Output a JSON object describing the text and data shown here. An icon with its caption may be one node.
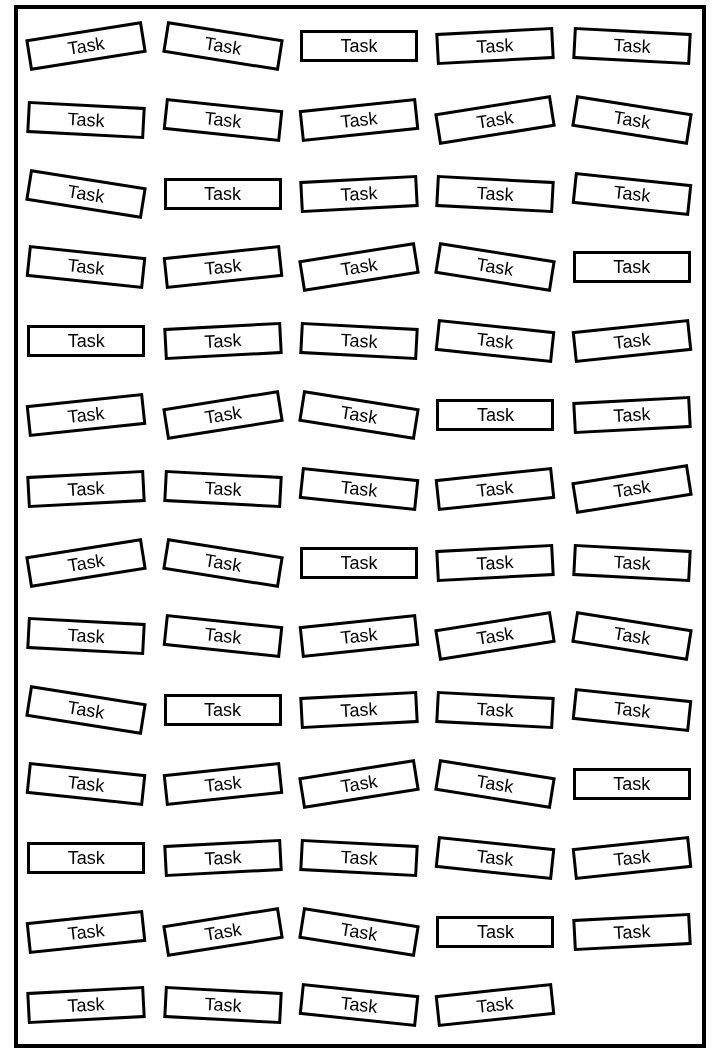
{
  "diagram": {
    "nodes": [
      {
        "text": [
          "Task"
        ]
      },
      {
        "text": [
          "Task"
        ]
      },
      {
        "text": [
          "Task"
        ]
      },
      {
        "text": [
          "Task"
        ]
      },
      {
        "text": [
          "Task"
        ]
      },
      {
        "text": [
          "Task"
        ]
      },
      {
        "text": [
          "Task"
        ]
      },
      {
        "text": [
          "Task"
        ]
      },
      {
        "text": [
          "Task"
        ]
      },
      {
        "text": [
          "Task"
        ]
      },
      {
        "text": [
          "Task"
        ]
      },
      {
        "text": [
          "Task"
        ]
      },
      {
        "text": [
          "Task"
        ]
      },
      {
        "text": [
          "Task"
        ]
      },
      {
        "text": [
          "Task"
        ]
      },
      {
        "text": [
          "Task"
        ]
      },
      {
        "text": [
          "Task"
        ]
      },
      {
        "text": [
          "Task"
        ]
      },
      {
        "text": [
          "Task"
        ]
      },
      {
        "text": [
          "Task"
        ]
      },
      {
        "text": [
          "Task"
        ]
      },
      {
        "text": [
          "Task"
        ]
      },
      {
        "text": [
          "Task"
        ]
      },
      {
        "text": [
          "Task"
        ]
      },
      {
        "text": [
          "Task"
        ]
      },
      {
        "text": [
          "Task"
        ]
      },
      {
        "text": [
          "Task"
        ]
      },
      {
        "text": [
          "Task"
        ]
      },
      {
        "text": [
          "Task"
        ]
      },
      {
        "text": [
          "Task"
        ]
      },
      {
        "text": [
          "Task"
        ]
      },
      {
        "text": [
          "Task"
        ]
      },
      {
        "text": [
          "Task"
        ]
      },
      {
        "text": [
          "Task"
        ]
      },
      {
        "text": [
          "Task"
        ]
      },
      {
        "text": [
          "Task"
        ]
      },
      {
        "text": [
          "Task"
        ]
      },
      {
        "text": [
          "Task"
        ]
      },
      {
        "text": [
          "Task"
        ]
      },
      {
        "text": [
          "Task"
        ]
      },
      {
        "text": [
          "Task"
        ]
      },
      {
        "text": [
          "Task"
        ]
      },
      {
        "text": [
          "Task"
        ]
      },
      {
        "text": [
          "Task"
        ]
      },
      {
        "text": [
          "Task"
        ]
      },
      {
        "text": [
          "Task"
        ]
      },
      {
        "text": [
          "Task"
        ]
      },
      {
        "text": [
          "Task"
        ]
      },
      {
        "text": [
          "Task"
        ]
      },
      {
        "text": [
          "Task"
        ]
      },
      {
        "text": [
          "Task"
        ]
      },
      {
        "text": [
          "Task"
        ]
      },
      {
        "text": [
          "Task"
        ]
      },
      {
        "text": [
          "Task"
        ]
      },
      {
        "text": [
          "Task"
        ]
      },
      {
        "text": [
          "Task"
        ]
      },
      {
        "text": [
          "Task"
        ]
      },
      {
        "text": [
          "Task"
        ]
      },
      {
        "text": [
          "Task"
        ]
      },
      {
        "text": [
          "Task"
        ]
      },
      {
        "text": [
          "Task"
        ]
      },
      {
        "text": [
          "Task"
        ]
      },
      {
        "text": [
          "Task"
        ]
      },
      {
        "text": [
          "Task"
        ]
      },
      {
        "text": [
          "Task"
        ]
      },
      {
        "text": [
          "Task"
        ]
      },
      {
        "text": [
          "Task"
        ]
      },
      {
        "text": [
          "Task"
        ]
      },
      {
        "text": [
          "Task"
        ]
      }
    ]
  }
}
